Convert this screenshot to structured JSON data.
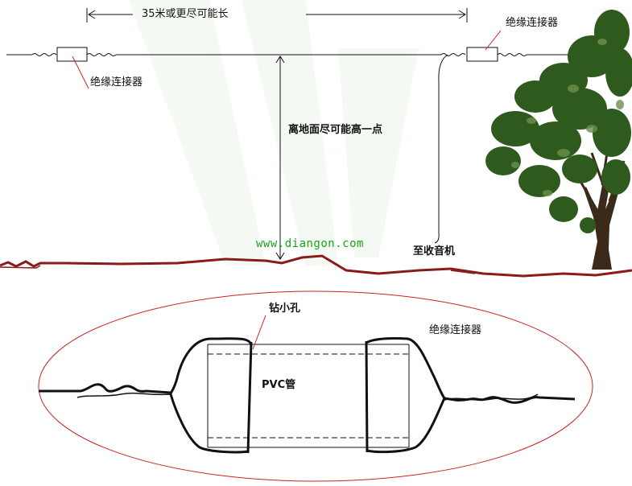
{
  "labels": {
    "span_length": "35米或更尽可能长",
    "insulator_right": "绝缘连接器",
    "insulator_left": "绝缘连接器",
    "height_note": "离地面尽可能高一点",
    "watermark": "www.diangon.com",
    "to_radio": "至收音机",
    "drill_hole": "钻小孔",
    "insulator_detail": "绝缘连接器",
    "pvc_tube": "PVC管"
  },
  "colors": {
    "ground": "#8b1a1a",
    "ellipse": "#cc2222",
    "leader_line": "#cc2222",
    "wire": "#111111",
    "tree_leaves": "#2f5a1e",
    "tree_trunk": "#3b2a1a",
    "watermark": "#19a51a"
  }
}
